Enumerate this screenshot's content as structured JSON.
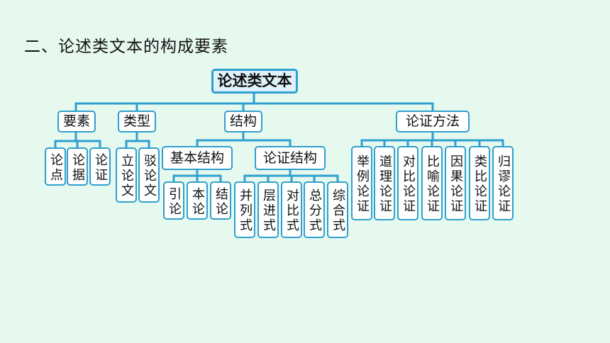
{
  "heading": "二、论述类文本的构成要素",
  "root": "论述类文本",
  "branches": {
    "elements": {
      "label": "要素",
      "items": [
        "论点",
        "论据",
        "论证"
      ]
    },
    "types": {
      "label": "类型",
      "items": [
        "立论文",
        "驳论文"
      ]
    },
    "structure": {
      "label": "结构",
      "basic": {
        "label": "基本结构",
        "items": [
          "引论",
          "本论",
          "结论"
        ]
      },
      "argument": {
        "label": "论证结构",
        "items": [
          "并列式",
          "层进式",
          "对比式",
          "总分式",
          "综合式"
        ]
      }
    },
    "methods": {
      "label": "论证方法",
      "items": [
        "举例论证",
        "道理论证",
        "对比论证",
        "比喻论证",
        "因果论证",
        "类比论证",
        "归谬论证"
      ]
    }
  },
  "colors": {
    "background": "#e6f9ef",
    "connector": "#2ea0cf",
    "box_border": "#2ea0cf",
    "root_fill": "#dff1fb"
  }
}
